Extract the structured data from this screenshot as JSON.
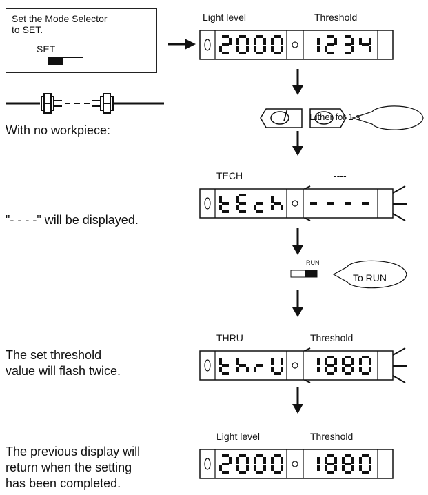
{
  "instruction_box": {
    "text": "Set the Mode Selector\nto SET.",
    "switch_label": "SET"
  },
  "steps": [
    {
      "text": "With no workpiece:"
    },
    {
      "text": "\"- - - -\" will be displayed."
    },
    {
      "text": "The set threshold\nvalue will flash twice."
    },
    {
      "text": "The previous display will\nreturn when the setting\nhas been completed."
    }
  ],
  "displays": [
    {
      "left_label": "Light level",
      "right_label": "Threshold",
      "left_value": "2000",
      "right_value": "1234"
    },
    {
      "left_label": "TECH",
      "right_label": "----",
      "left_value": "tEch",
      "right_value": "----"
    },
    {
      "left_label": "THRU",
      "right_label": "Threshold",
      "left_value": "thrU",
      "right_value": "1880"
    },
    {
      "left_label": "Light level",
      "right_label": "Threshold",
      "left_value": "2000",
      "right_value": "1880"
    }
  ],
  "callouts": {
    "button_separator": "/",
    "hold_note": "Either for 1 s",
    "run_switch_label": "RUN",
    "run_note": "To RUN"
  }
}
